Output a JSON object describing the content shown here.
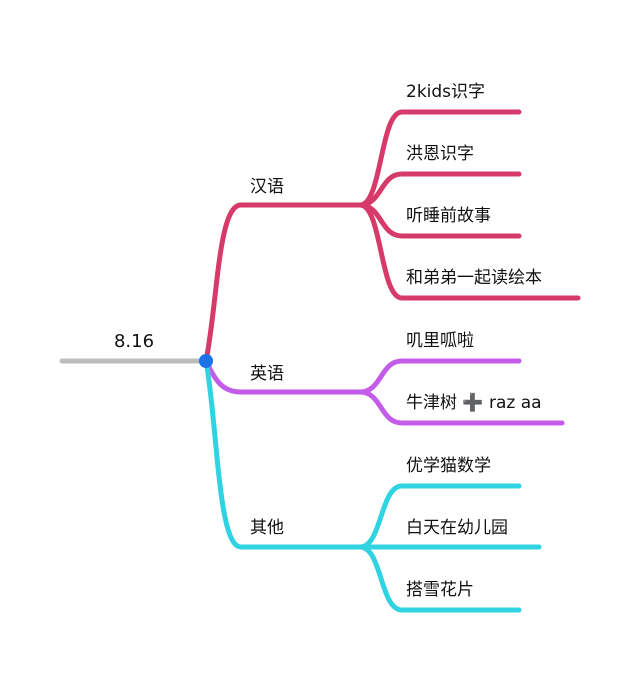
{
  "root": {
    "label": "8.16",
    "line_color": "#bdbdbd",
    "node_color": "#1a73e8"
  },
  "branches": [
    {
      "label": "汉语",
      "color": "#d63a6b",
      "children": [
        "2kids识字",
        "洪恩识字",
        "听睡前故事",
        "和弟弟一起读绘本"
      ]
    },
    {
      "label": "英语",
      "color": "#c35ce8",
      "children": [
        "叽里呱啦",
        "牛津树 ➕ raz aa"
      ]
    },
    {
      "label": "其他",
      "color": "#2fd3e1",
      "children": [
        "优学猫数学",
        "白天在幼儿园",
        "搭雪花片"
      ]
    }
  ]
}
